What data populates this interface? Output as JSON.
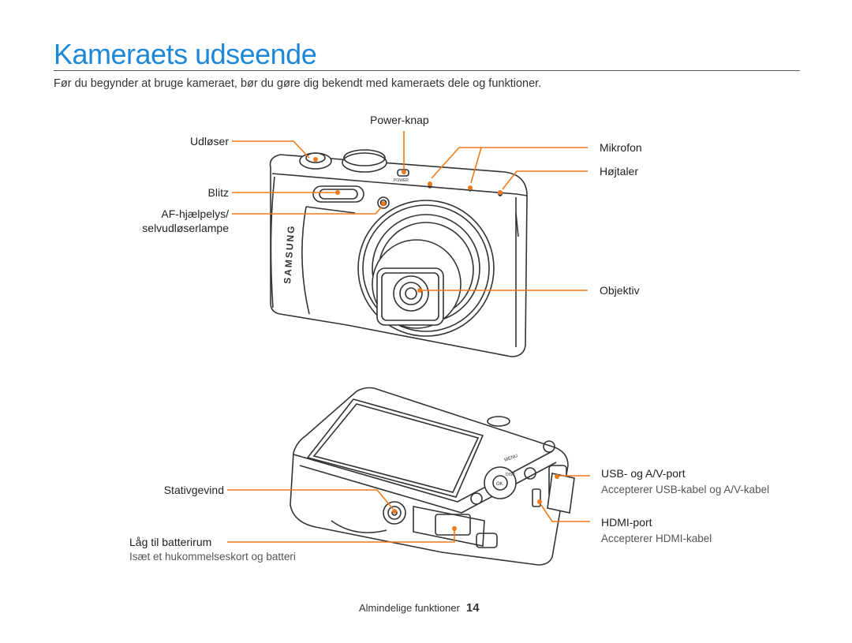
{
  "header": {
    "title": "Kameraets udseende",
    "intro": "Før du begynder at bruge kameraet, bør du gøre dig bekendt med kameraets dele og funktioner."
  },
  "front_labels": {
    "power": "Power-knap",
    "shutter": "Udløser",
    "flash": "Blitz",
    "af_line1": "AF-hjælpelys/",
    "af_line2": "selvudløserlampe",
    "mic": "Mikrofon",
    "speaker": "Højtaler",
    "lens": "Objektiv"
  },
  "camera_text": {
    "brand": "SAMSUNG",
    "power_small": "POWER",
    "menu": "MENU",
    "disp": "DISP",
    "ok": "OK"
  },
  "bottom_labels": {
    "tripod": "Stativgevind",
    "battery": "Låg til batterirum",
    "battery_sub": "Isæt et hukommelseskort og batteri",
    "usb": "USB- og A/V-port",
    "usb_sub": "Accepterer USB-kabel og A/V-kabel",
    "hdmi": "HDMI-port",
    "hdmi_sub": "Accepterer HDMI-kabel"
  },
  "colors": {
    "title": "#1e88d8",
    "callout": "#f07a1a"
  },
  "footer": {
    "section": "Almindelige funktioner",
    "page": "14"
  }
}
